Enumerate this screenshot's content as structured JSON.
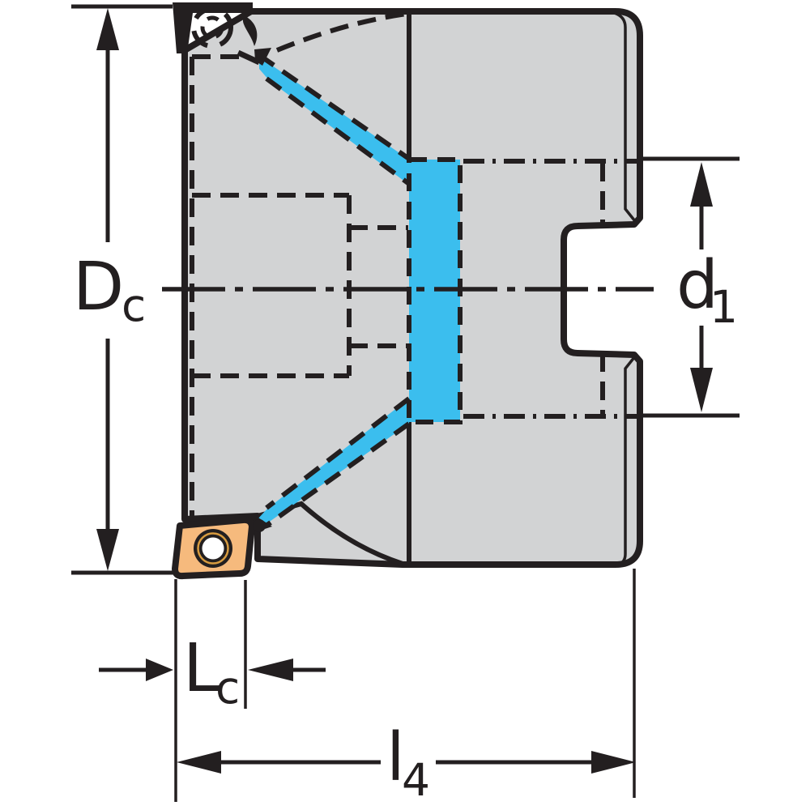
{
  "diagram": {
    "type": "technical-dimension-drawing",
    "subject": "indexable-insert face milling cutter, side cross-section view",
    "labels": {
      "Dc": {
        "base": "D",
        "sub": "c"
      },
      "d1": {
        "base": "d",
        "sub": "1"
      },
      "Lc": {
        "base": "L",
        "sub": "c"
      },
      "l4": {
        "base": "l",
        "sub": "4"
      }
    },
    "colors": {
      "bg": "#ffffff",
      "ink": "#231f20",
      "body_gray": "#d2d3d4",
      "highlight_cyan": "#3bbeee",
      "insert_orange": "#f6ba7d",
      "hole_gold": "#d79b3f"
    }
  }
}
